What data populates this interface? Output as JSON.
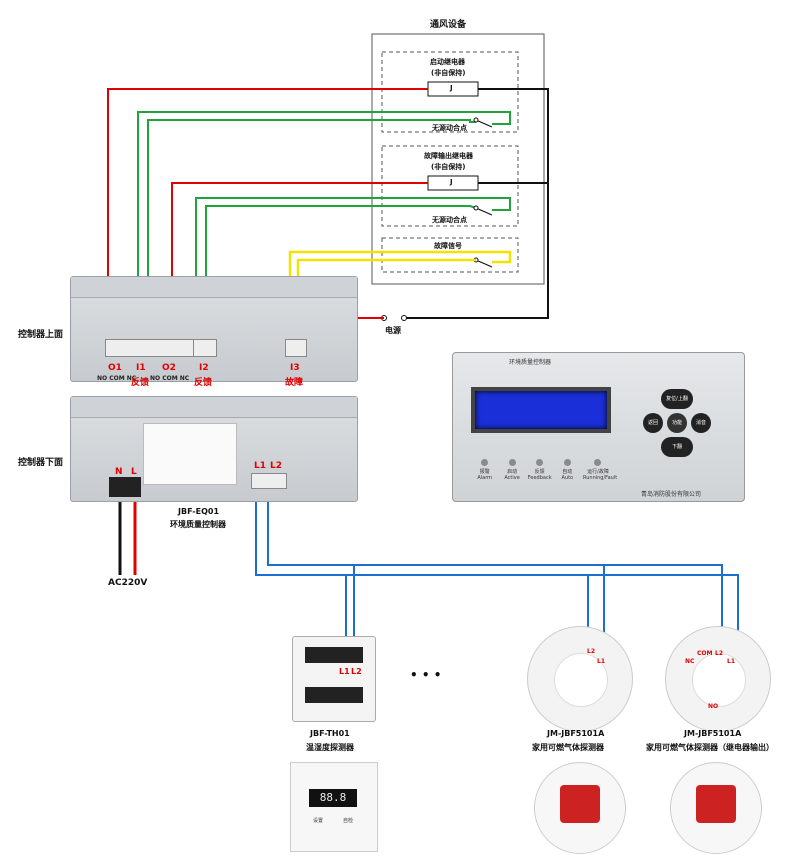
{
  "ventilation": {
    "title": "通风设备",
    "start_relay": {
      "line1": "启动继电器",
      "line2": "(非自保持)",
      "coil": "J",
      "contact": "无源动合点"
    },
    "fault_relay": {
      "line1": "故障输出继电器",
      "line2": "(非自保持)",
      "coil": "J",
      "contact": "无源动合点"
    },
    "fault_signal": {
      "label": "故障信号"
    }
  },
  "power_label": "电源",
  "controller": {
    "top_label": "控制器上面",
    "bottom_label": "控制器下面",
    "terminals": {
      "o1": "O1",
      "o1_sub": "NO COM NC",
      "i1": "I1",
      "i1_sub": "反馈",
      "o2": "O2",
      "o2_sub": "NO COM NC",
      "i2": "I2",
      "i2_sub": "反馈",
      "i3": "I3",
      "i3_sub": "故障"
    },
    "power_n": "N",
    "power_l": "L",
    "bus_l1": "L1",
    "bus_l2": "L2",
    "model": "JBF-EQ01",
    "name": "环境质量控制器",
    "ac": "AC220V"
  },
  "front_panel": {
    "title": "环境质量控制器",
    "keys": {
      "up": "复位/上翻",
      "left": "返回",
      "center": "功能",
      "right": "消音",
      "down": "下翻"
    },
    "leds": [
      {
        "cn": "报警",
        "en": "Alarm"
      },
      {
        "cn": "启动",
        "en": "Active"
      },
      {
        "cn": "反馈",
        "en": "Feedback"
      },
      {
        "cn": "自动",
        "en": "Auto"
      },
      {
        "cn": "运行/故障",
        "en": "Running/Fault"
      }
    ],
    "company": "青岛消防股份有限公司"
  },
  "detectors": {
    "th": {
      "model": "JBF-TH01",
      "name": "温湿度探测器",
      "l1": "L1",
      "l2": "L2",
      "display": "88.8",
      "btn1": "设置",
      "btn2": "自检"
    },
    "ellipsis": "•  •  •",
    "gas1": {
      "model": "JM-JBF5101A",
      "name": "家用可燃气体探测器",
      "l1": "L1",
      "l2": "L2"
    },
    "gas2": {
      "model": "JM-JBF5101A",
      "name": "家用可燃气体探测器（继电器输出）",
      "nc": "NC",
      "com": "COM",
      "l1": "L1",
      "l2": "L2",
      "no": "NO"
    }
  },
  "colors": {
    "red": "#e00000",
    "green": "#1fa33a",
    "yellow": "#f2e200",
    "blue": "#1a6fd0",
    "black": "#111111"
  }
}
